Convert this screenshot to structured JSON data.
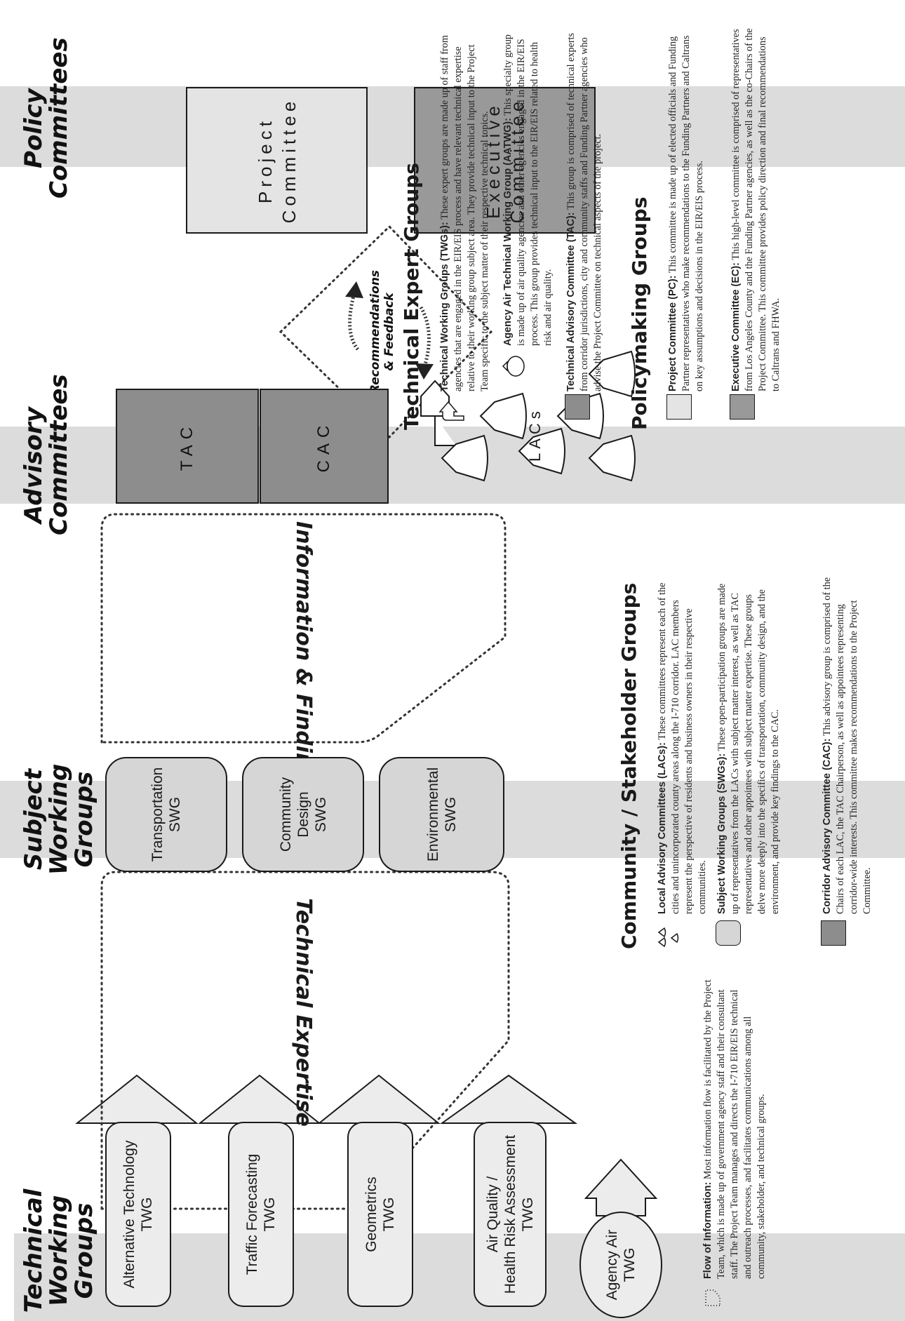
{
  "columns": {
    "technical": [
      "Technical",
      "Working Groups"
    ],
    "subject": [
      "Subject",
      "Working Groups"
    ],
    "advisory": [
      "Advisory",
      "Committees"
    ],
    "policy": [
      "Policy",
      "Committees"
    ]
  },
  "twgs": [
    [
      "Alternative Technology",
      "TWG"
    ],
    [
      "Traffic Forecasting",
      "TWG"
    ],
    [
      "Geometrics",
      "TWG"
    ],
    [
      "Air Quality /",
      "Health Risk Assessment",
      "TWG"
    ]
  ],
  "agency_air": [
    "Agency Air",
    "TWG"
  ],
  "flows": {
    "technical_expertise": "Technical Expertise",
    "information_findings": "Information & Findings",
    "recommendations": [
      "Recommendations",
      "& Feedback"
    ]
  },
  "swgs": [
    [
      "Transportation",
      "SWG"
    ],
    [
      "Community Design",
      "SWG"
    ],
    [
      "Environmental",
      "SWG"
    ]
  ],
  "advisory": {
    "tac": "TAC",
    "cac": "CAC",
    "lacs": "LACs"
  },
  "policy": {
    "project": [
      "Project",
      "Committee"
    ],
    "executive": [
      "Executive",
      "Committee"
    ]
  },
  "legend": {
    "flow_title": "Flow of Information:",
    "flow_text": " Most information flow is facilitated by the Project Team, which is made up of government agency staff and their consultant staff. The Project Team manages and directs the I-710 EIR/EIS technical and outreach processes, and facilitates communications among all community, stakeholder, and technical groups.",
    "community_heading": "Community / Stakeholder Groups",
    "lac_title": "Local Advisory Committees (LACs):",
    "lac_text": " These committees represent each of the cities and unincorporated county areas along the I-710 corridor. LAC members represent the perspective of residents and business owners in their respective communities.",
    "swg_title": "Subject Working Groups (SWGs):",
    "swg_text": " These open-participation groups are made up of representatives from the LACs with subject matter interest, as well as TAC representatives and other appointees with subject matter expertise.  These groups delve more deeply into the specifics of transportation, community design, and the environment, and provide key findings to the CAC.",
    "cac_title": "Corridor Advisory Committee (CAC):",
    "cac_text": " This advisory group is comprised of the Chairs of each LAC, the TAC Chairperson, as well as appointees representing corridor-wide interests. This committee makes recommendations to the Project Committee.",
    "tech_heading": "Technical  Expert Groups",
    "twg_title": "Technical Working Groups (TWGs):",
    "twg_text": " These expert groups are made up of staff from agencies that are engaged in the EIR/EIS process and have relevant technical expertise relative to their working group subject area. They provide technical input to the Project Team specific to the subject matter of their respective technical topics.",
    "aatwg_title": "Agency Air Technical Working Group (AATWG):",
    "aatwg_text": " This specialty group is made up of air quality agencies and other agencies engaged in the EIR/EIS process. This group provides technical input to the EIR/EIS related to health risk and air quality.",
    "tac_title": "Technical Advisory Committee (TAC):",
    "tac_text": " This group is comprised of technical experts from corridor jurisdictions, city and community staffs and Funding Partner agencies  who advise the Project Committee on technical aspects of the project.",
    "policy_heading": "Policymaking Groups",
    "pc_title": "Project Committee (PC):",
    "pc_text": " This committee is made up of elected officials and Funding Partner representatives who make recommendations to the Funding Partners and Caltrans on key assumptions and decisions in the EIR/EIS process.",
    "ec_title": "Executive Committee (EC):",
    "ec_text": " This high-level committee is comprised of representatives from Los Angeles County and the Funding Partner agencies, as well as the co-Chairs of the Project Committee. This committee provides policy direction and final recommendations to Caltrans and FHWA."
  },
  "colors": {
    "band": "#dcdcdc",
    "twg_fill": "#ececec",
    "swg_fill": "#d6d6d6",
    "advisory_fill": "#8d8d8d",
    "project_fill": "#e4e4e4",
    "executive_fill": "#999999"
  }
}
